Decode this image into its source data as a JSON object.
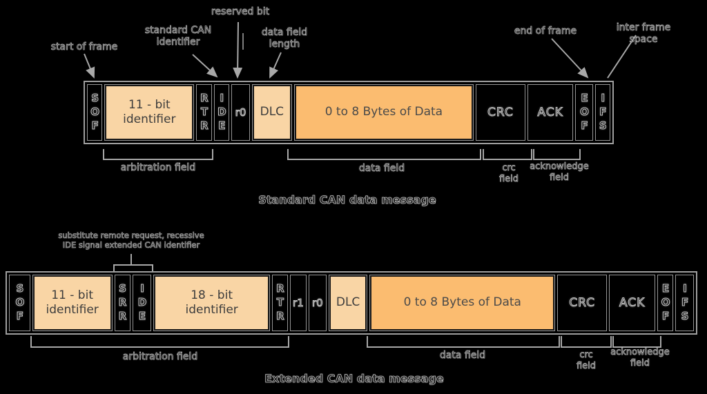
{
  "colors": {
    "background": "#000000",
    "peach": "#f9d5a5",
    "orange": "#fbbc70",
    "line": "#a8a8a8"
  },
  "standard_frame": {
    "title": "Standard CAN  data message",
    "cells": [
      {
        "label": "SOF"
      },
      {
        "label": "11 - bit\nidentifier"
      },
      {
        "label": "RTR"
      },
      {
        "label": "IDE"
      },
      {
        "label": "r0"
      },
      {
        "label": "DLC"
      },
      {
        "label": "0 to 8 Bytes of Data"
      },
      {
        "label": "CRC"
      },
      {
        "label": "ACK"
      },
      {
        "label": "EOF"
      },
      {
        "label": "IFS"
      }
    ],
    "annotations": {
      "start_of_frame": "start of frame",
      "standard_can_identifier": "standard CAN\nidentifier",
      "reserved_bit": "reserved bit",
      "data_field_length": "data field\nlength",
      "end_of_frame": "end of frame",
      "inter_frame_space": "inter frame space",
      "arbitration_field": "arbitration field",
      "data_field": "data field",
      "crc_field": "crc\nfield",
      "acknowledge_field": "acknowledge\nfield"
    }
  },
  "extended_frame": {
    "title": "Extended CAN  data message",
    "cells": [
      {
        "label": "SOF"
      },
      {
        "label": "11 - bit\nidentifier"
      },
      {
        "label": "SRR"
      },
      {
        "label": "IDE"
      },
      {
        "label": "18 - bit\nidentifier"
      },
      {
        "label": "RTR"
      },
      {
        "label": "r1"
      },
      {
        "label": "r0"
      },
      {
        "label": "DLC"
      },
      {
        "label": "0 to 8 Bytes of Data"
      },
      {
        "label": "CRC"
      },
      {
        "label": "ACK"
      },
      {
        "label": "EOF"
      },
      {
        "label": "IFS"
      }
    ],
    "annotations": {
      "substitute_note": "substitute remote request, recessive\nIDE signal extended CAN identifier",
      "arbitration_field": "arbitration field",
      "data_field": "data field",
      "crc_field": "crc\nfield",
      "acknowledge_field": "acknowledge\nfield"
    }
  }
}
